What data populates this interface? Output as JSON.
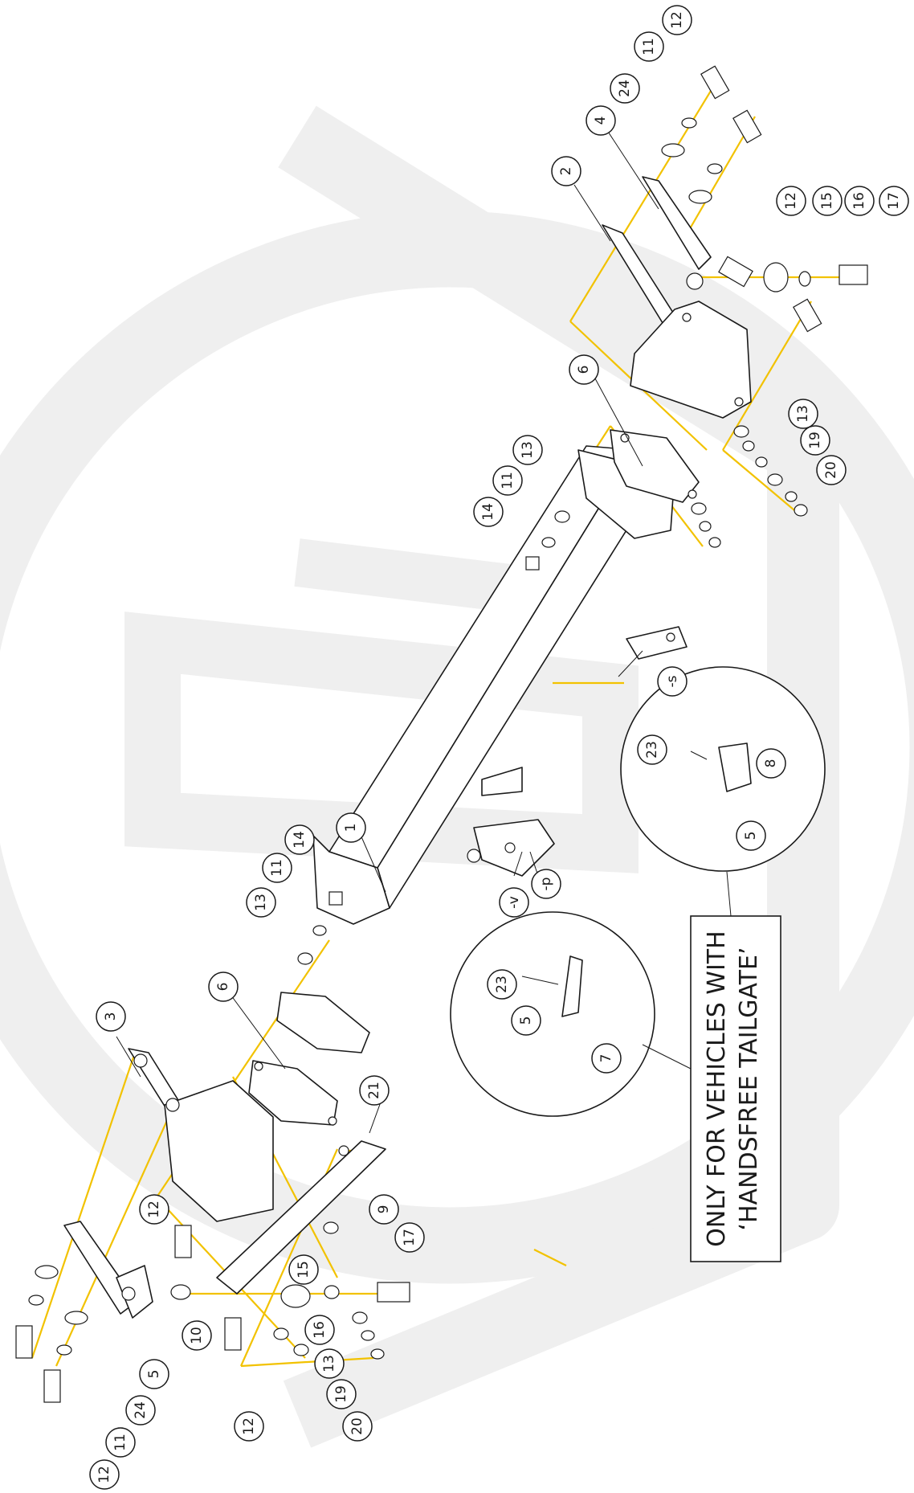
{
  "diagram": {
    "note": {
      "line1": "ONLY FOR VEHICLES WITH",
      "line2": "‘HANDSFREE TAILGATE’"
    },
    "callouts": {
      "c12a": "12",
      "c11a": "11",
      "c24a": "24",
      "c4": "4",
      "c2": "2",
      "c12b": "12",
      "c15a": "15",
      "c16a": "16",
      "c17a": "17",
      "c6a": "6",
      "c13a": "13",
      "c11b": "11",
      "c14a": "14",
      "c13b": "13",
      "c19a": "19",
      "c20a": "20",
      "cs": "-s",
      "c23a": "23",
      "c8": "8",
      "c5a": "5",
      "c1": "1",
      "cv": "-v",
      "cp": "-p",
      "c14b": "14",
      "c11c": "11",
      "c13c": "13",
      "c6b": "6",
      "c3": "3",
      "c21": "21",
      "c23b": "23",
      "c5b": "5",
      "c7": "7",
      "c9": "9",
      "c12c": "12",
      "c17b": "17",
      "c15b": "15",
      "c10": "10",
      "c16b": "16",
      "c13d": "13",
      "c19b": "19",
      "c20b": "20",
      "c12d": "12",
      "c5c": "5",
      "c24b": "24",
      "c11d": "11",
      "c12e": "12"
    }
  }
}
